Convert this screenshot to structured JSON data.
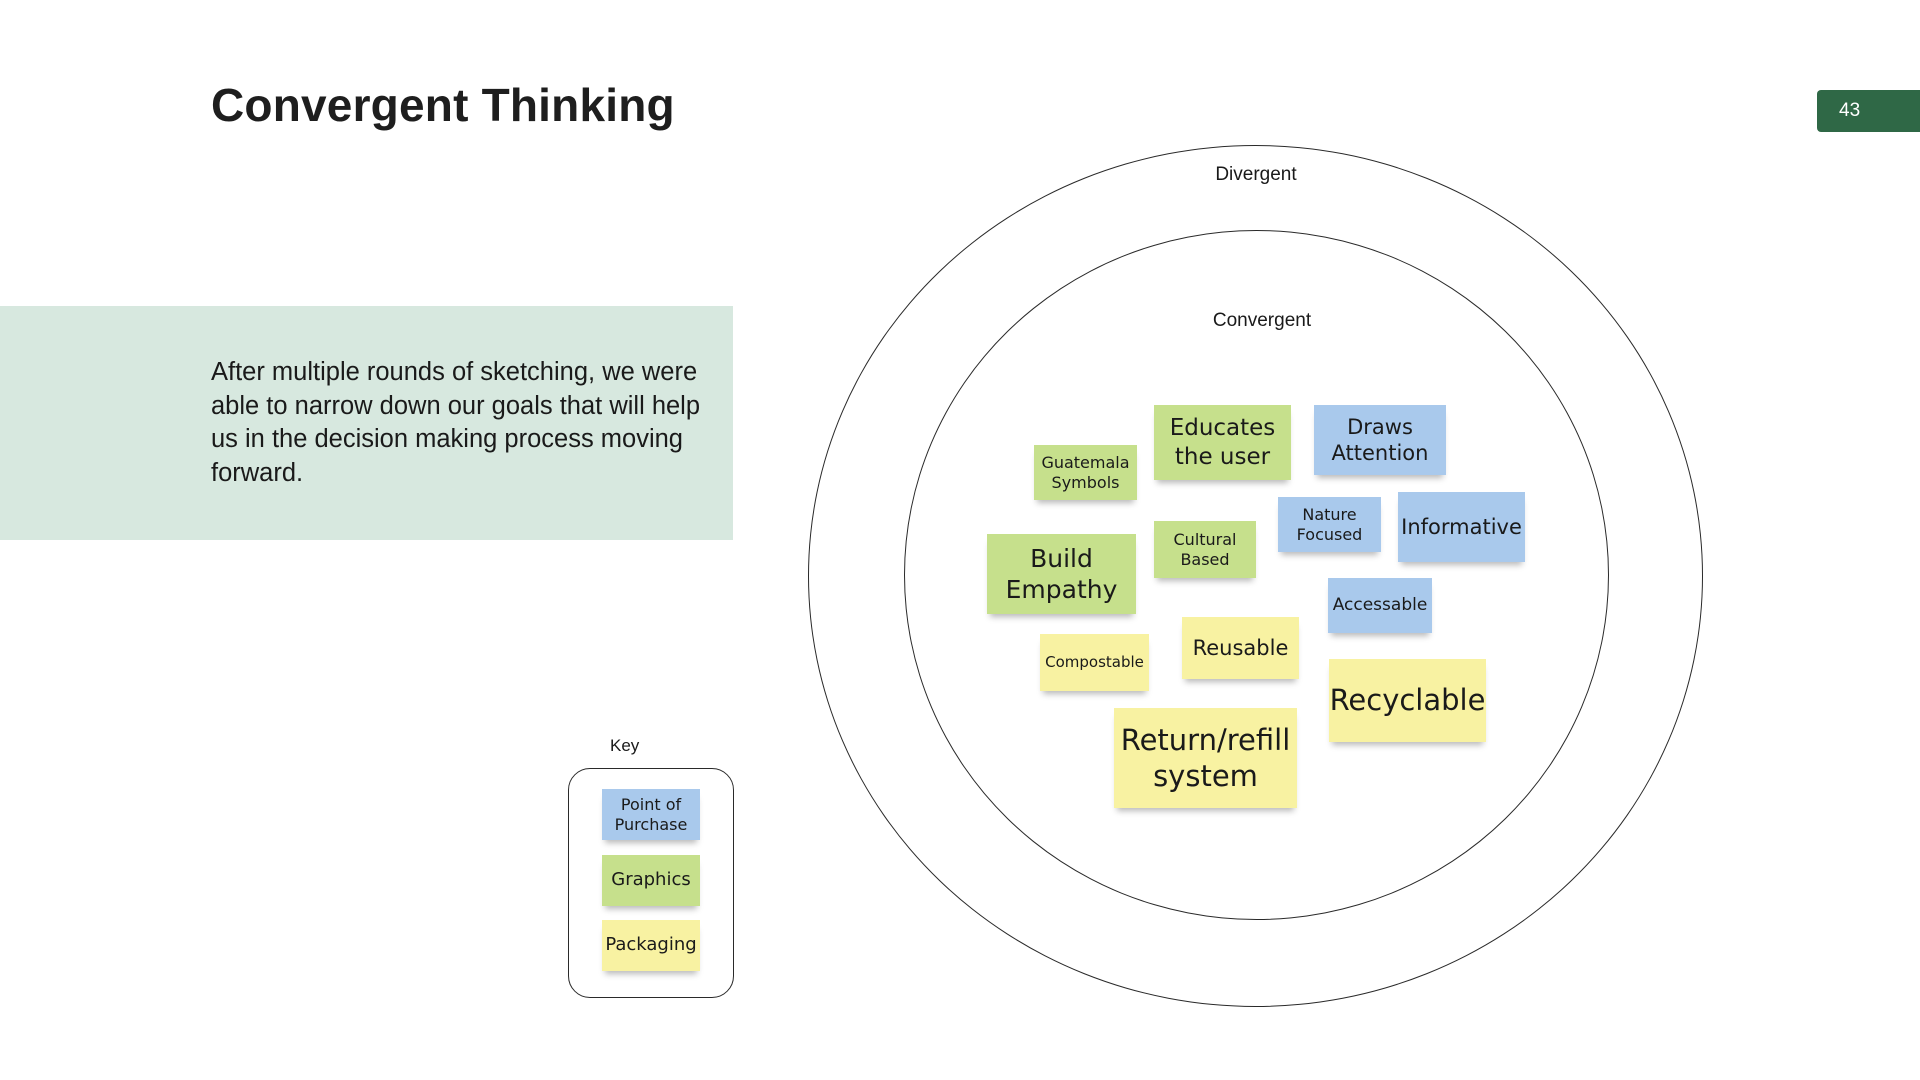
{
  "slide": {
    "title": "Convergent Thinking",
    "page_number": "43",
    "intro_text": "After multiple rounds of sketching, we were able to narrow down our goals that will help us in the decision making process moving forward."
  },
  "diagram": {
    "outer_label": "Divergent",
    "inner_label": "Convergent",
    "notes": {
      "guatemala_symbols": "Guatemala Symbols",
      "educates_the_user": "Educates the user",
      "draws_attention": "Draws Attention",
      "nature_focused": "Nature Focused",
      "informative": "Informative",
      "cultural_based": "Cultural Based",
      "build_empathy": "Build Empathy",
      "accessable": "Accessable",
      "reusable": "Reusable",
      "compostable": "Compostable",
      "recyclable": "Recyclable",
      "return_refill_system": "Return/refill system"
    }
  },
  "key": {
    "label": "Key",
    "items": {
      "point_of_purchase": "Point of Purchase",
      "graphics": "Graphics",
      "packaging": "Packaging"
    }
  },
  "colors": {
    "green_note": "#c6e08c",
    "blue_note": "#a9c9ec",
    "yellow_note": "#f8f2a2",
    "intro_panel": "#d7e8df",
    "page_badge": "#2f6846"
  }
}
